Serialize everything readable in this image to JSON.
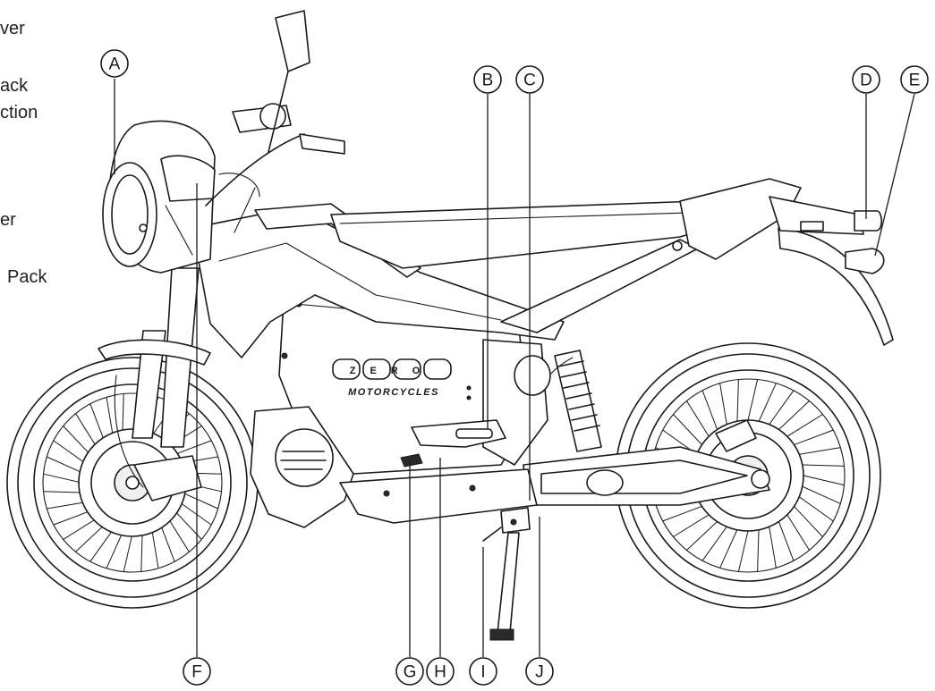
{
  "left_text_fragments": [
    "ver",
    "ack",
    "ction",
    "er",
    "Pack"
  ],
  "logo": {
    "brand": "ZERO",
    "subtitle": "MOTORCYCLES"
  },
  "callouts": [
    {
      "letter": "A"
    },
    {
      "letter": "B"
    },
    {
      "letter": "C"
    },
    {
      "letter": "D"
    },
    {
      "letter": "E"
    },
    {
      "letter": "F"
    },
    {
      "letter": "G"
    },
    {
      "letter": "H"
    },
    {
      "letter": "I"
    },
    {
      "letter": "J"
    }
  ]
}
